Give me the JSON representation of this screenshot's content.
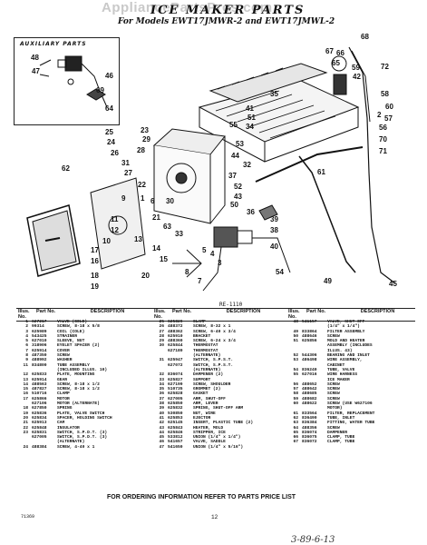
{
  "watermark": "AppliancePartsPros.com",
  "title": "ICE MAKER PARTS",
  "subtitle": "For Models EWT17JMWR-2 and EWT17JMWL-2",
  "aux_label": "AUXILIARY PARTS",
  "figure_code": "RE-1110",
  "callouts": [
    "48",
    "47",
    "46",
    "69",
    "64",
    "68",
    "67",
    "66",
    "65",
    "59",
    "42",
    "72",
    "58",
    "60",
    "2",
    "57",
    "56",
    "70",
    "71",
    "35",
    "41",
    "51",
    "34",
    "55",
    "23",
    "29",
    "28",
    "53",
    "44",
    "32",
    "61",
    "62",
    "25",
    "24",
    "26",
    "31",
    "27",
    "22",
    "37",
    "52",
    "43",
    "30",
    "50",
    "9",
    "1",
    "6",
    "39",
    "36",
    "21",
    "38",
    "40",
    "63",
    "11",
    "33",
    "12",
    "10",
    "17",
    "16",
    "13",
    "14",
    "15",
    "8",
    "20",
    "5",
    "4",
    "3",
    "7",
    "18",
    "19",
    "49",
    "54",
    "45"
  ],
  "columns": [
    {
      "headers": {
        "illus": "Illus. No.",
        "part": "Part No.",
        "desc": "DESCRIPTION"
      },
      "rows": [
        {
          "n": "1",
          "p": "627217",
          "d": "VALVE (COLE)"
        },
        {
          "n": "2",
          "p": "99314",
          "d": "SCREW, 8-18 x 5/8"
        },
        {
          "n": "3",
          "p": "625989",
          "d": "COIL (COLE)"
        },
        {
          "n": "4",
          "p": "543425",
          "d": "STRAINER"
        },
        {
          "n": "5",
          "p": "627010",
          "d": "SLEEVE, NUT"
        },
        {
          "n": "6",
          "p": "318906",
          "d": "EYELET SPACER (2)"
        },
        {
          "n": "7",
          "p": "625914",
          "d": "COVER"
        },
        {
          "n": "8",
          "p": "487350",
          "d": "SCREW"
        },
        {
          "n": "9",
          "p": "488992",
          "d": "WASHER"
        },
        {
          "n": "11",
          "p": "834800",
          "d": "TUBE ASSEMBLY"
        },
        {
          "n": "",
          "p": "",
          "d": "(INCLUDED ILLUS. 10)"
        },
        {
          "n": "12",
          "p": "625833",
          "d": "PLATE, MOUNTING"
        },
        {
          "n": "13",
          "p": "625914",
          "d": "GEAR"
        },
        {
          "n": "14",
          "p": "488563",
          "d": "SCREW, 8-18 x 1/2"
        },
        {
          "n": "15",
          "p": "487827",
          "d": "SCREW, 8-18 x 1/2"
        },
        {
          "n": "16",
          "p": "510716",
          "d": "CLAMP"
        },
        {
          "n": "17",
          "p": "625866",
          "d": "MOTOR"
        },
        {
          "n": "",
          "p": "627106",
          "d": "MOTOR (ALTERNATE)"
        },
        {
          "n": "18",
          "p": "627850",
          "d": "SPRING"
        },
        {
          "n": "19",
          "p": "625836",
          "d": "PLATE, VALVE SWITCH"
        },
        {
          "n": "20",
          "p": "625834",
          "d": "SPACER, HOLDING SWITCH"
        },
        {
          "n": "21",
          "p": "625913",
          "d": "CAM"
        },
        {
          "n": "22",
          "p": "625848",
          "d": "INSULATOR"
        },
        {
          "n": "23",
          "p": "625831",
          "d": "SWITCH, S.P.D.T. (3)"
        },
        {
          "n": "",
          "p": "627005",
          "d": "SWITCH, S.P.D.T. (3)"
        },
        {
          "n": "",
          "p": "",
          "d": "(ALTERNATE)"
        },
        {
          "n": "24",
          "p": "488384",
          "d": "SCREW, 4-40 x 1"
        }
      ]
    },
    {
      "headers": {
        "illus": "Illus. No.",
        "part": "Part No.",
        "desc": "DESCRIPTION"
      },
      "rows": [
        {
          "n": "25",
          "p": "625829",
          "d": "CLAMP"
        },
        {
          "n": "26",
          "p": "488372",
          "d": "SCREW, 8-32 x 1"
        },
        {
          "n": "27",
          "p": "488362",
          "d": "SCREW, 6-40 x 3/4"
        },
        {
          "n": "28",
          "p": "625910",
          "d": "BRACKET"
        },
        {
          "n": "29",
          "p": "488360",
          "d": "SCREW, 6-24 x 3/4"
        },
        {
          "n": "30",
          "p": "625844",
          "d": "THERMOSTAT"
        },
        {
          "n": "",
          "p": "627180",
          "d": "THERMOSTAT"
        },
        {
          "n": "",
          "p": "",
          "d": "(ALTERNATE)"
        },
        {
          "n": "31",
          "p": "625947",
          "d": "SWITCH, S.P.S.T."
        },
        {
          "n": "",
          "p": "627072",
          "d": "SWITCH, S.P.S.T."
        },
        {
          "n": "",
          "p": "",
          "d": "(ALTERNATE)"
        },
        {
          "n": "32",
          "p": "836074",
          "d": "DAMPENER (2)"
        },
        {
          "n": "33",
          "p": "625827",
          "d": "SUPPORT"
        },
        {
          "n": "34",
          "p": "627199",
          "d": "SCREW, SHOULDER"
        },
        {
          "n": "35",
          "p": "510735",
          "d": "GROMMET (2)"
        },
        {
          "n": "36",
          "p": "625828",
          "d": "GASKET"
        },
        {
          "n": "37",
          "p": "627005",
          "d": "ARM, SHUT-OFF"
        },
        {
          "n": "38",
          "p": "625850",
          "d": "ARM, LEVER"
        },
        {
          "n": "39",
          "p": "625832",
          "d": "SPRING, SHUT-OFF ARM"
        },
        {
          "n": "40",
          "p": "530850",
          "d": "NUT, WIRE"
        },
        {
          "n": "41",
          "p": "625853",
          "d": "EJECTOR"
        },
        {
          "n": "42",
          "p": "625145",
          "d": "INSERT, PLASTIC TUBE (2)"
        },
        {
          "n": "43",
          "p": "625843",
          "d": "HEATER, MOLD"
        },
        {
          "n": "44",
          "p": "625846",
          "d": "STRIPPER, ICE"
        },
        {
          "n": "45",
          "p": "533812",
          "d": "UNION (1/4\" x 1/4\")"
        },
        {
          "n": "46",
          "p": "541657",
          "d": "VALVE, SADDLE"
        },
        {
          "n": "47",
          "p": "541650",
          "d": "UNION (1/4\" x 5/16\")"
        }
      ]
    },
    {
      "headers": {
        "illus": "Illus. No.",
        "part": "Part No.",
        "desc": "DESCRIPTION"
      },
      "rows": [
        {
          "n": "48",
          "p": "541157",
          "d": "VALVE, SHUT-OFF"
        },
        {
          "n": "",
          "p": "",
          "d": "(1/4\" x 1/4\")"
        },
        {
          "n": "49",
          "p": "833864",
          "d": "FILTER ASSEMBLY"
        },
        {
          "n": "50",
          "p": "488646",
          "d": "SCREW"
        },
        {
          "n": "51",
          "p": "625856",
          "d": "MOLD AND HEATER"
        },
        {
          "n": "",
          "p": "",
          "d": "ASSEMBLY (INCLUDES"
        },
        {
          "n": "",
          "p": "",
          "d": "ILLUS. 43)"
        },
        {
          "n": "52",
          "p": "544306",
          "d": "BEARING AND INLET"
        },
        {
          "n": "53",
          "p": "486498",
          "d": "WIRE ASSEMBLY,"
        },
        {
          "n": "",
          "p": "",
          "d": "CABINET"
        },
        {
          "n": "54",
          "p": "836240",
          "d": "TUBE, VALVE"
        },
        {
          "n": "55",
          "p": "627016",
          "d": "WIRE HARNESS"
        },
        {
          "n": "",
          "p": "",
          "d": "ICE MAKER"
        },
        {
          "n": "56",
          "p": "488652",
          "d": "SCREW"
        },
        {
          "n": "57",
          "p": "488642",
          "d": "SCREW"
        },
        {
          "n": "58",
          "p": "488685",
          "d": "SCREW"
        },
        {
          "n": "59",
          "p": "488682",
          "d": "SCREW"
        },
        {
          "n": "60",
          "p": "488622",
          "d": "SCREW (USE W627106"
        },
        {
          "n": "",
          "p": "",
          "d": "MOTOR)"
        },
        {
          "n": "61",
          "p": "833564",
          "d": "FILTER, REPLACEMENT"
        },
        {
          "n": "62",
          "p": "836490",
          "d": "TUBE, INLET"
        },
        {
          "n": "63",
          "p": "836384",
          "d": "FITTING, WATER TUBE"
        },
        {
          "n": "64",
          "p": "488356",
          "d": "SCREW"
        },
        {
          "n": "65",
          "p": "836074",
          "d": "DAMPENER"
        },
        {
          "n": "66",
          "p": "836075",
          "d": "CLAMP, TUBE"
        },
        {
          "n": "67",
          "p": "836072",
          "d": "CLAMP, TUBE"
        }
      ]
    }
  ],
  "footer": "FOR ORDERING INFORMATION REFER TO PARTS PRICE LIST",
  "doc_code": "71369",
  "page_number": "12",
  "handwritten": "3-89-6-13"
}
